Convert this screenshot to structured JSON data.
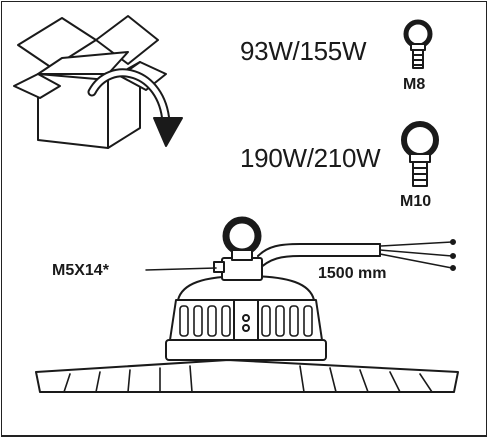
{
  "figure": {
    "rings": [
      {
        "wattage": "93W/155W",
        "bolt": "M8"
      },
      {
        "wattage": "190W/210W",
        "bolt": "M10"
      }
    ],
    "screw_label": "M5X14*",
    "cable_length": "1500 mm"
  },
  "icons": {
    "box": "open-box-icon",
    "flip": "flip-arrow-icon",
    "small_ring": "eye-bolt-icon",
    "large_ring": "eye-bolt-icon",
    "luminaire": "high-bay-luminaire-icon"
  },
  "colors": {
    "line": "#1a1a1a",
    "fill": "#ffffff"
  }
}
